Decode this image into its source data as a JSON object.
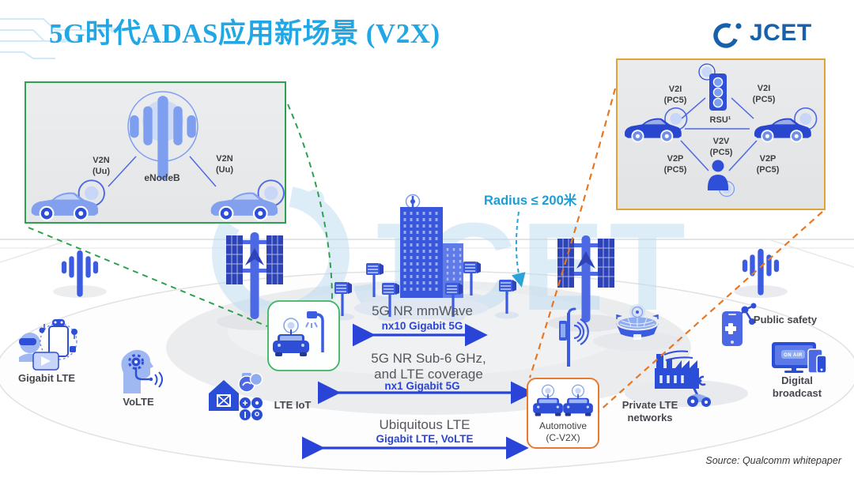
{
  "slide": {
    "title": "5G时代ADAS应用新场景 (V2X)",
    "logo_text": "JCET",
    "watermark_text": "JCET",
    "source": "Source: Qualcomm whitepaper"
  },
  "coverage": {
    "radius_note": "Radius ≤ 200米",
    "tiers": [
      {
        "name": "5G NR mmWave",
        "bandwidth": "nx10 Gigabit 5G"
      },
      {
        "name": "5G NR Sub-6 GHz,\nand LTE coverage",
        "bandwidth": "nx1 Gigabit 5G"
      },
      {
        "name": "Ubiquitous LTE",
        "bandwidth": "Gigabit LTE, VoLTE"
      }
    ]
  },
  "v2n_inset": {
    "station_label": "eNodeB",
    "left_link": "V2N\n(Uu)",
    "right_link": "V2N\n(Uu)"
  },
  "v2x_inset": {
    "rsu_label": "RSU¹",
    "v2i_left": "V2I\n(PC5)",
    "v2i_right": "V2I\n(PC5)",
    "v2v": "V2V\n(PC5)",
    "v2p_left": "V2P\n(PC5)",
    "v2p_right": "V2P\n(PC5)"
  },
  "services": {
    "gigabit_lte": "Gigabit LTE",
    "volte": "VoLTE",
    "lte_iot": "LTE IoT",
    "automotive": "Automotive\n(C-V2X)",
    "private_lte": "Private LTE\nnetworks",
    "public_safety": "Public safety",
    "digital_broadcast": "Digital broadcast",
    "on_air": "ON AIR"
  }
}
